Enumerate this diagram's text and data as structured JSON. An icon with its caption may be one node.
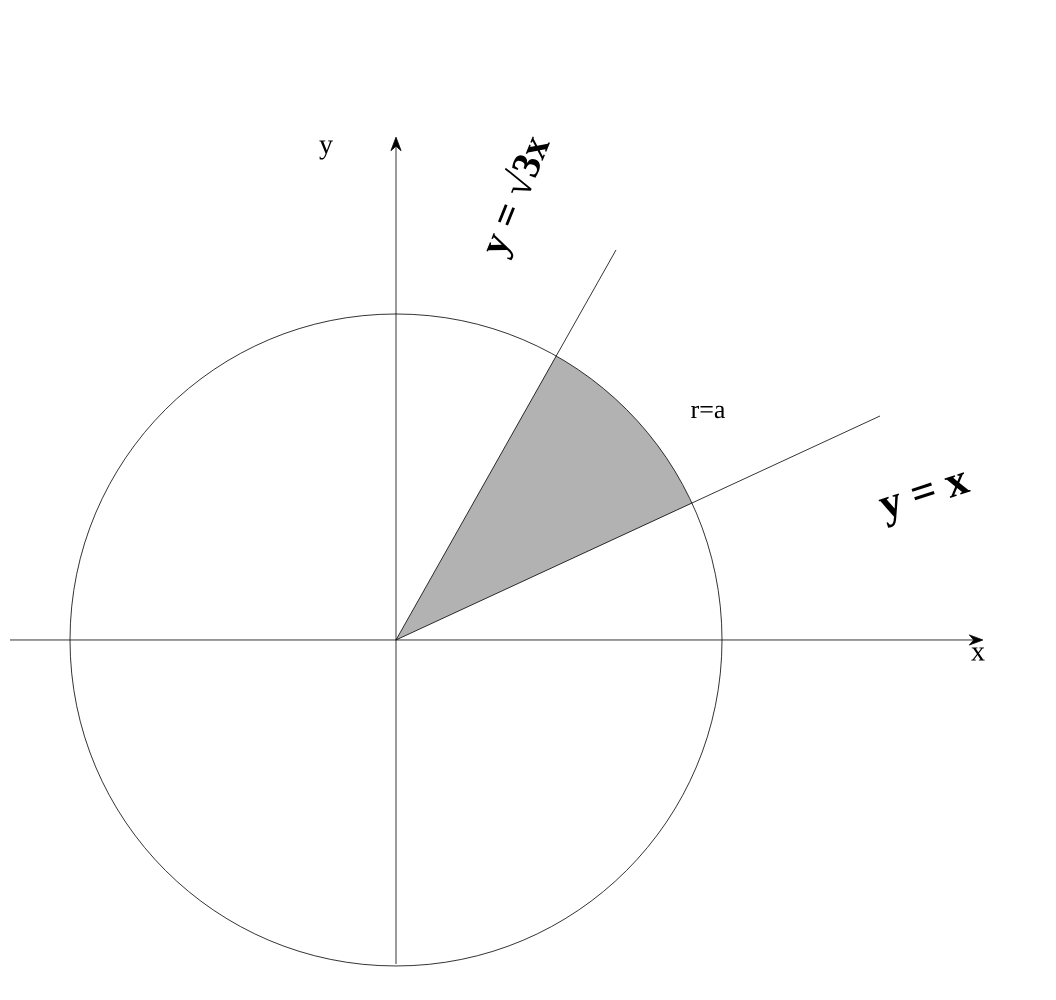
{
  "diagram": {
    "labels": [
      "y",
      "y = √3x",
      "r=a",
      "y = x",
      "x"
    ]
  }
}
